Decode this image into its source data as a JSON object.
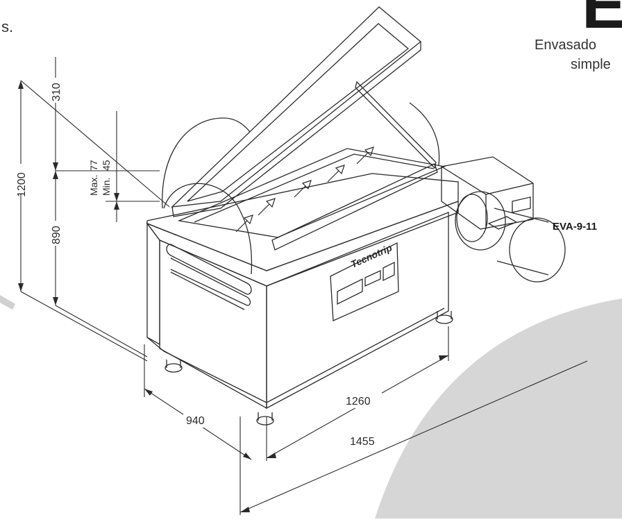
{
  "header": {
    "big_letter": "E",
    "subtitle_line1": "Envasado",
    "subtitle_line2": "simple",
    "stray_text": "s."
  },
  "model_label": "EVA-9-11",
  "brand": "Tecnotrip",
  "dimensions": {
    "total_height": "1200",
    "lid_height": "310",
    "body_height": "890",
    "max_label": "Max.",
    "max_value": "77",
    "min_label": "Min.",
    "min_value": "45",
    "depth": "940",
    "width_inner": "1260",
    "width_total": "1455"
  },
  "colors": {
    "line": "#2a2a2a",
    "shape_gray": "#d4d4d4"
  }
}
